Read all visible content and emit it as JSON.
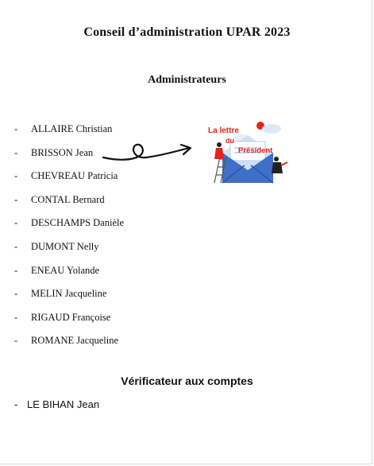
{
  "document": {
    "title": "Conseil d’administration UPAR 2023",
    "administrators_heading": "Administrateurs",
    "administrators": [
      "ALLAIRE Christian",
      "BRISSON Jean",
      "CHEVREAU Patricia",
      "CONTAL Bernard",
      "DESCHAMPS Danièle",
      "DUMONT Nelly",
      "ENEAU Yolande",
      "MELIN Jacqueline",
      "RIGAUD Françoise",
      "ROMANE Jacqueline"
    ],
    "bullet": "-",
    "auditor_heading": "Vérificateur aux comptes",
    "auditor": "LE BIHAN Jean"
  },
  "graphic": {
    "line1": "La lettre",
    "line2": "du",
    "line3": "Président"
  },
  "colors": {
    "accent_red": "#e2231a",
    "envelope_blue": "#3f6fc6",
    "envelope_light": "#cfe0f5"
  }
}
